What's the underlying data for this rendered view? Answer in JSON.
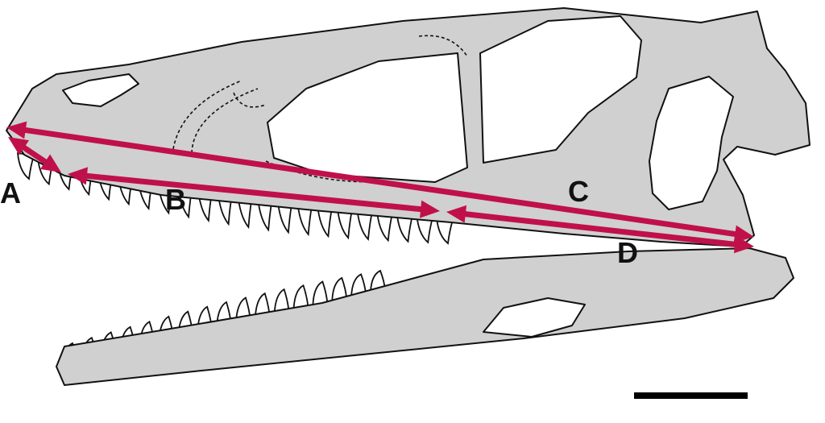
{
  "figure": {
    "labels": {
      "a": "A",
      "b": "B",
      "c": "C",
      "d": "D"
    },
    "colors": {
      "arrow": "#c0104a",
      "bone": "#d0d0d0",
      "outline": "#111111",
      "scale_bar": "#000000"
    }
  }
}
